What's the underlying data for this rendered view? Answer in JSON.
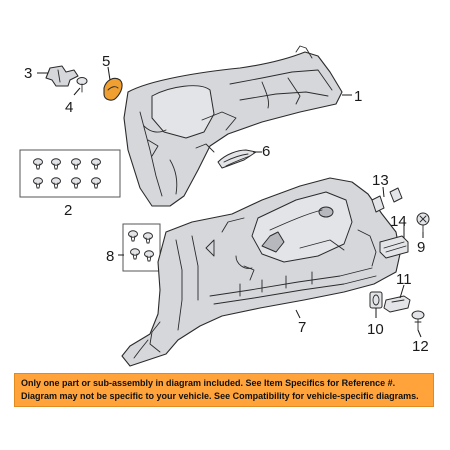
{
  "callouts": {
    "c1": "1",
    "c2": "2",
    "c3": "3",
    "c4": "4",
    "c5": "5",
    "c6": "6",
    "c7": "7",
    "c8": "8",
    "c9": "9",
    "c10": "10",
    "c11": "11",
    "c12": "12",
    "c13": "13",
    "c14": "14"
  },
  "disclaimer": {
    "line1": "Only one part or sub-assembly in diagram included. See Item Specifics for Reference #.",
    "line2": "Diagram may not be specific to your vehicle. See Compatibility for vehicle-specific diagrams."
  },
  "colors": {
    "banner_background": "#ffa33a",
    "highlighted_part": "#f0a030",
    "part_fill": "#d6d7db"
  }
}
